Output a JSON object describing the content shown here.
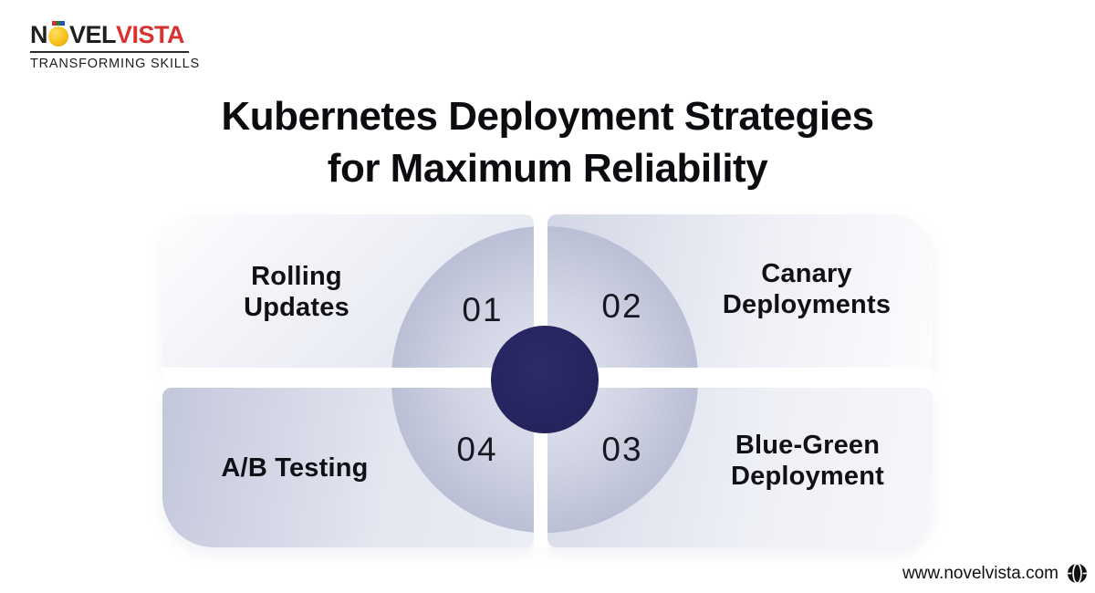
{
  "brand": {
    "name_part1": "N",
    "name_part2": "VEL",
    "name_part3": "VISTA",
    "tagline": "TRANSFORMING SKILLS"
  },
  "title": {
    "line1": "Kubernetes Deployment Strategies",
    "line2": "for Maximum Reliability"
  },
  "quadrants": [
    {
      "number": "01",
      "line1": "Rolling",
      "line2": "Updates"
    },
    {
      "number": "02",
      "line1": "Canary",
      "line2": "Deployments"
    },
    {
      "number": "03",
      "line1": "Blue-Green",
      "line2": "Deployment"
    },
    {
      "number": "04",
      "line1": "A/B Testing"
    }
  ],
  "footer": {
    "website": "www.novelvista.com"
  },
  "icons": {
    "footer": "globe-icon",
    "logo_mark": "yellow-ball-icon"
  },
  "colors": {
    "center_circle": "#272560",
    "quarter_ring_rim": "#a6abc8",
    "brand_red": "#d63331",
    "brand_yellow": "#f6c21a",
    "text": "#101016",
    "background": "#ffffff"
  }
}
